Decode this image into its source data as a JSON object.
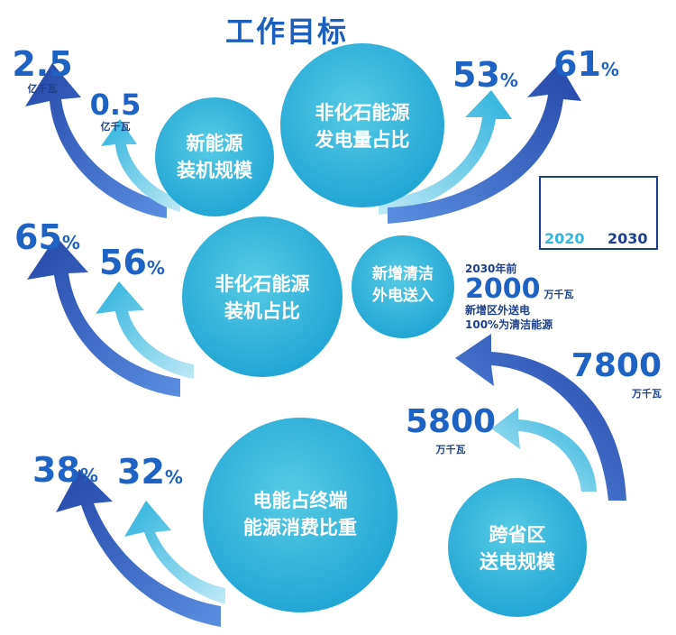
{
  "title": "工作目标",
  "legend": {
    "year_2020": "2020",
    "year_2030": "2030",
    "color_2020": "#35b6dd",
    "color_2030": "#2a4fb0"
  },
  "items": [
    {
      "label_line1": "新能源",
      "label_line2": "装机规模",
      "value_2020": "0.5",
      "value_2030": "2.5",
      "unit": "亿千瓦"
    },
    {
      "label_line1": "非化石能源",
      "label_line2": "发电量占比",
      "value_2020": "53",
      "value_2030": "61",
      "unit": "%"
    },
    {
      "label_line1": "非化石能源",
      "label_line2": "装机占比",
      "value_2020": "56",
      "value_2030": "65",
      "unit": "%"
    },
    {
      "label_line1": "电能占终端",
      "label_line2": "能源消费比重",
      "value_2020": "32",
      "value_2030": "38",
      "unit": "%"
    },
    {
      "label_line1": "跨省区",
      "label_line2": "送电规模",
      "value_2020": "5800",
      "value_2030": "7800",
      "unit": "万千瓦"
    }
  ],
  "extra": {
    "label_line1": "新增清洁",
    "label_line2": "外电送入",
    "note_prefix": "2030年前",
    "note_value": "2000",
    "note_unit": "万千瓦",
    "note_line2": "新增区外送电",
    "note_line3": "100%为清洁能源"
  }
}
